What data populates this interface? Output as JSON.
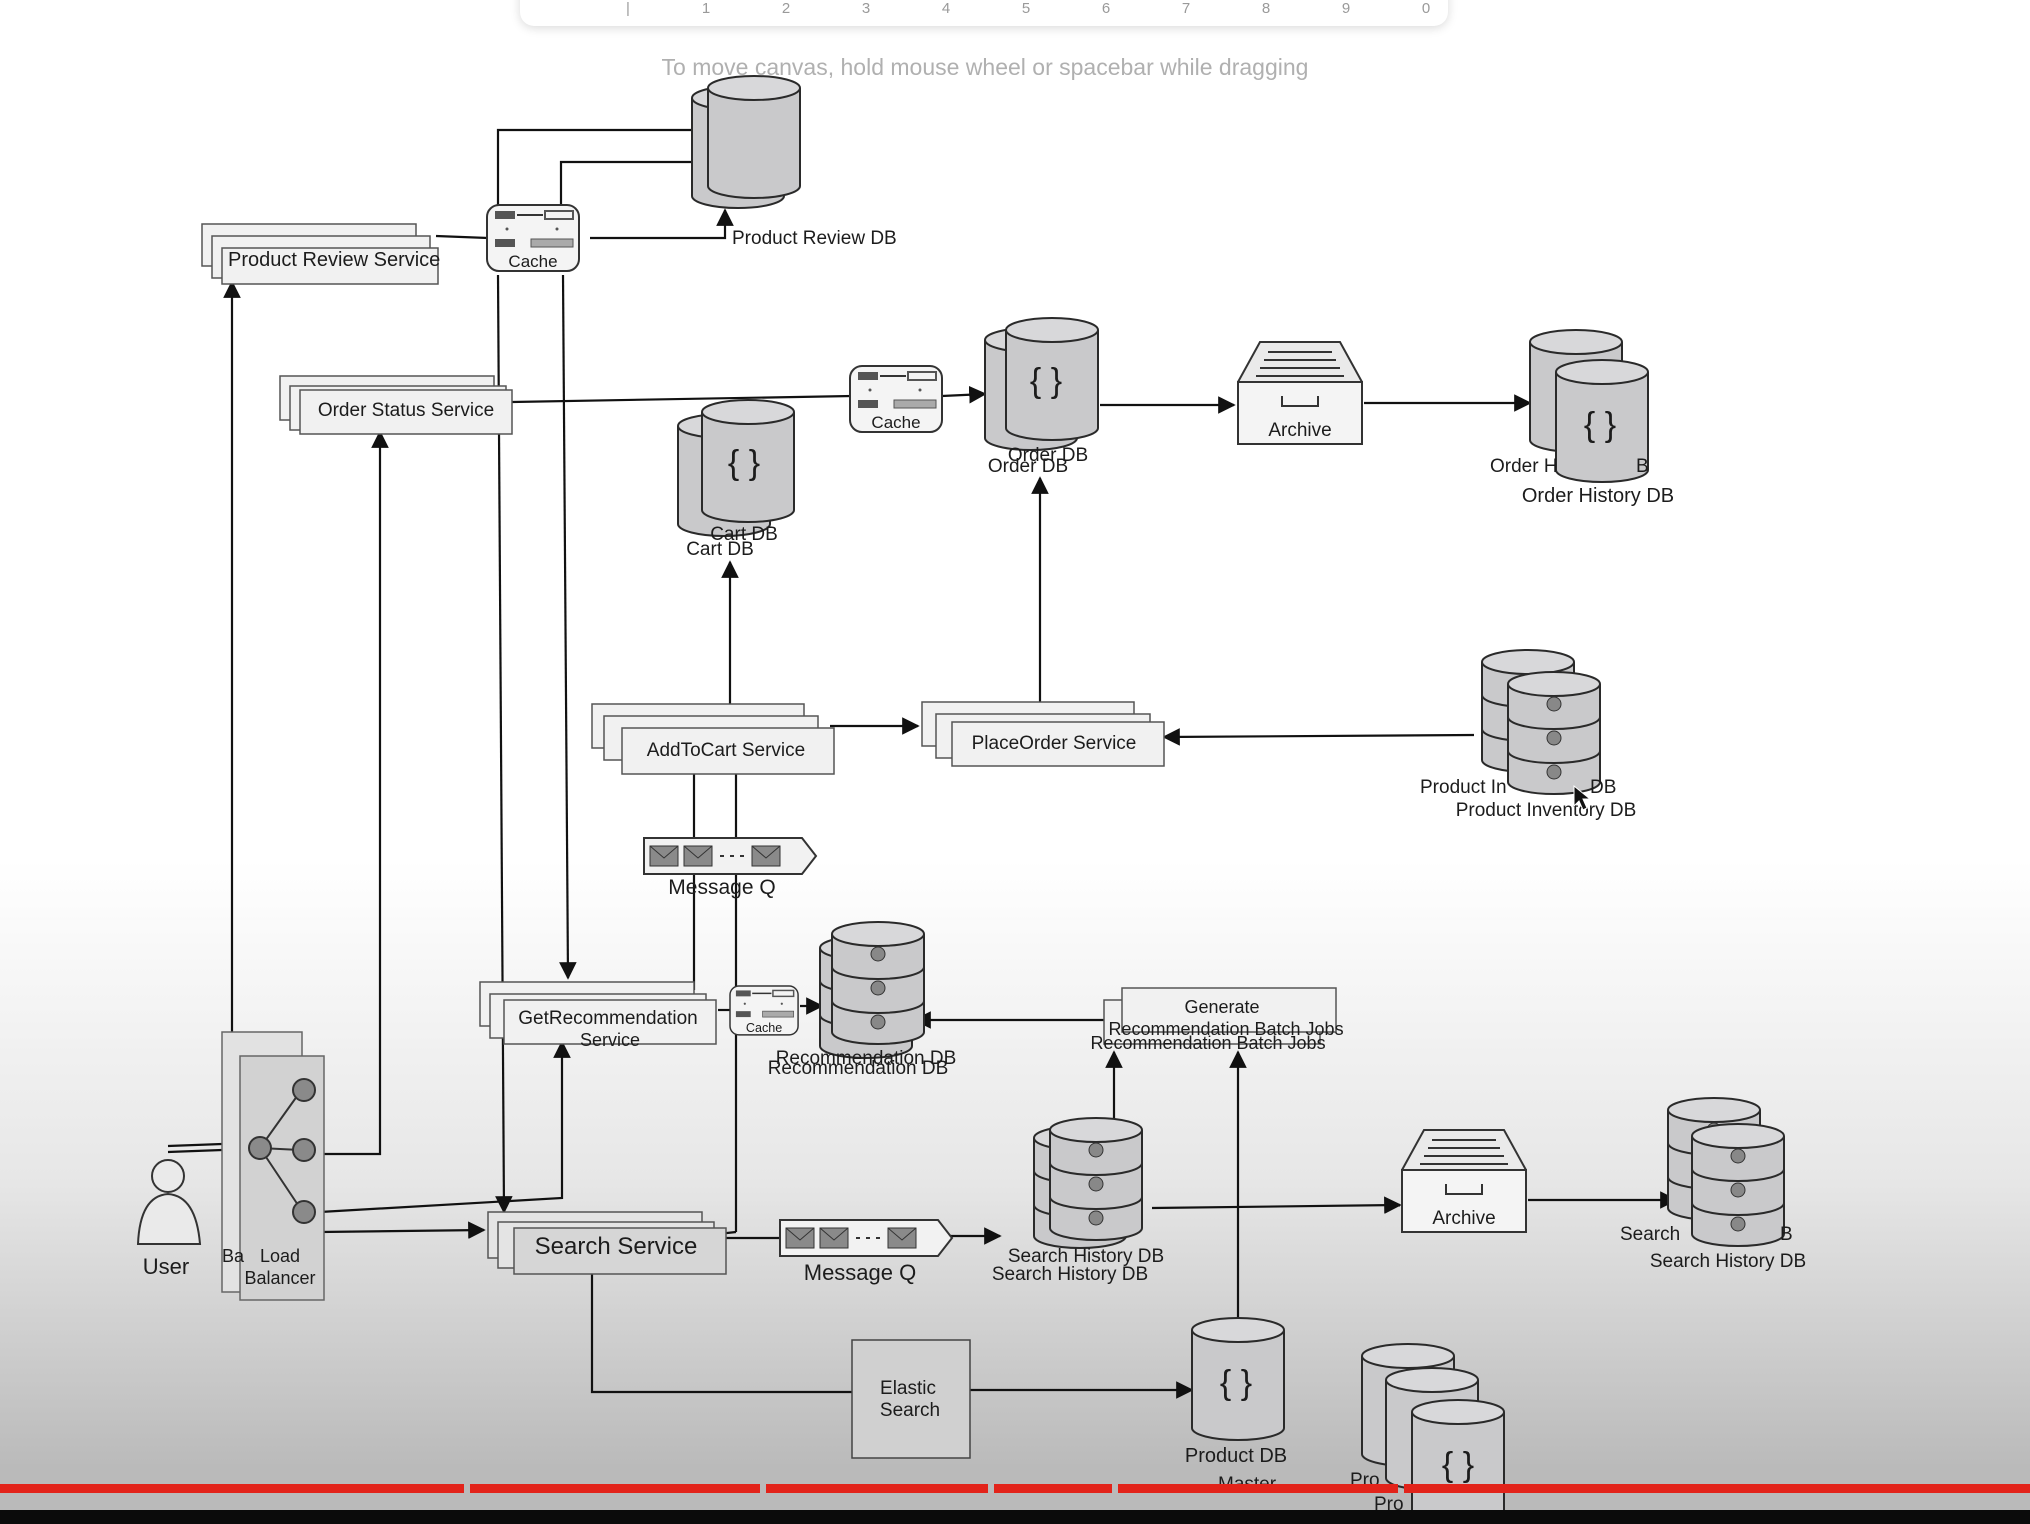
{
  "toolbar": {
    "numbers": [
      "1",
      "2",
      "3",
      "4",
      "5",
      "6",
      "7",
      "8",
      "9",
      "0"
    ]
  },
  "canvas_hint": "To move canvas, hold mouse wheel or spacebar while dragging",
  "services": {
    "product_review": "Product Review Service",
    "order_status": "Order Status Service",
    "add_to_cart": "AddToCart Service",
    "place_order": "PlaceOrder Service",
    "get_recommendation": [
      "GetRecommendation",
      "Service"
    ],
    "search": "Search Service",
    "elastic_search": [
      "Elastic",
      "Search"
    ],
    "generate_batch": [
      "Generate",
      "Recommendation Batch Jobs"
    ],
    "generate_batch_shadow": "Recommendation Batch Jobs"
  },
  "databases": {
    "product_review": "Product Review DB",
    "order": "Order DB",
    "cart": "Cart DB",
    "order_history": "Order History DB",
    "order_history_back": "Order H",
    "order_history_back_suffix": "B",
    "product_inventory": "Product Inventory DB",
    "product_inventory_back": "Product In",
    "product_inventory_back_suffix": "DB",
    "recommendation": "Recommendation DB",
    "search_history": "Search History DB",
    "search_history_back": "Search",
    "search_history_back_suffix": "B",
    "product": "Product DB",
    "product_master_clipped": "Master",
    "product_replica_a": "Pro",
    "product_replica_b": "Pro"
  },
  "components": {
    "cache": "Cache",
    "archive": "Archive",
    "message_q": "Message Q",
    "load_balancer": [
      "Load",
      "Balancer"
    ],
    "load_balancer_back": "Ba",
    "user": "User",
    "json_glyph": "{ }"
  },
  "colors": {
    "db_fill": "#c9c9cb",
    "db_stroke": "#2a2a2a",
    "service_fill": "#f1f1f1",
    "arrow": "#111111",
    "progress_red": "#e2231a",
    "toolbar_active": "#d6d4f7"
  },
  "video_progress": {
    "segments": 6
  }
}
